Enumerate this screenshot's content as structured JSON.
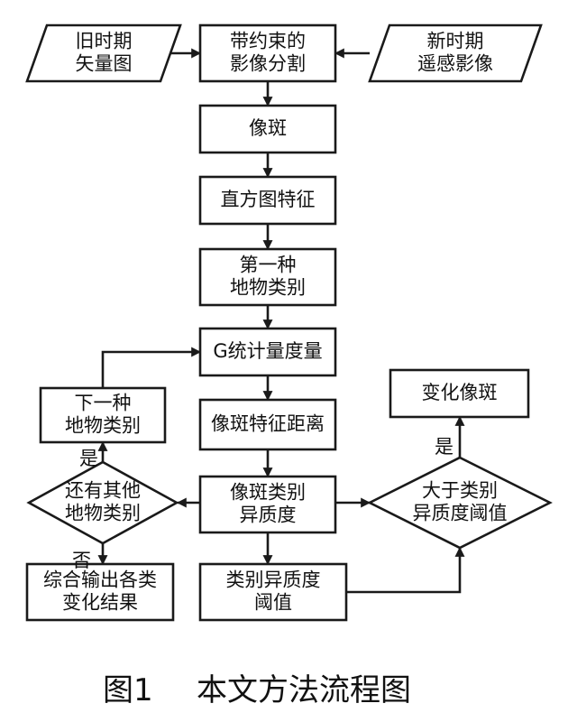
{
  "colors": {
    "stroke": "#1a1a1a",
    "text": "#111111",
    "background": "#ffffff"
  },
  "nodes": {
    "old_vector": {
      "lines": [
        "旧时期",
        "矢量图"
      ]
    },
    "constrained_segmentation": {
      "lines": [
        "带约束的",
        "影像分割"
      ]
    },
    "new_remote_sensing": {
      "lines": [
        "新时期",
        "遥感影像"
      ]
    },
    "patch": {
      "lines": [
        "像斑"
      ]
    },
    "histogram_feature": {
      "lines": [
        "直方图特征"
      ]
    },
    "first_class": {
      "lines": [
        "第一种",
        "地物类别"
      ]
    },
    "g_statistic": {
      "lines": [
        "G统计量度量"
      ]
    },
    "next_class": {
      "lines": [
        "下一种",
        "地物类别"
      ]
    },
    "patch_feature_distance": {
      "lines": [
        "像斑特征距离"
      ]
    },
    "changed_patch": {
      "lines": [
        "变化像斑"
      ]
    },
    "other_classes_decision": {
      "lines": [
        "还有其他",
        "地物类别"
      ]
    },
    "class_heterogeneity": {
      "lines": [
        "像斑类别",
        "异质度"
      ]
    },
    "threshold_decision": {
      "lines": [
        "大于类别",
        "异质度阈值"
      ]
    },
    "output_results": {
      "lines": [
        "综合输出各类",
        "变化结果"
      ]
    },
    "heterogeneity_threshold": {
      "lines": [
        "类别异质度",
        "阈值"
      ]
    }
  },
  "edge_labels": {
    "yes_left": "是",
    "no_left": "否",
    "yes_right": "是"
  },
  "caption": {
    "figure_number": "图1",
    "title": "本文方法流程图"
  }
}
